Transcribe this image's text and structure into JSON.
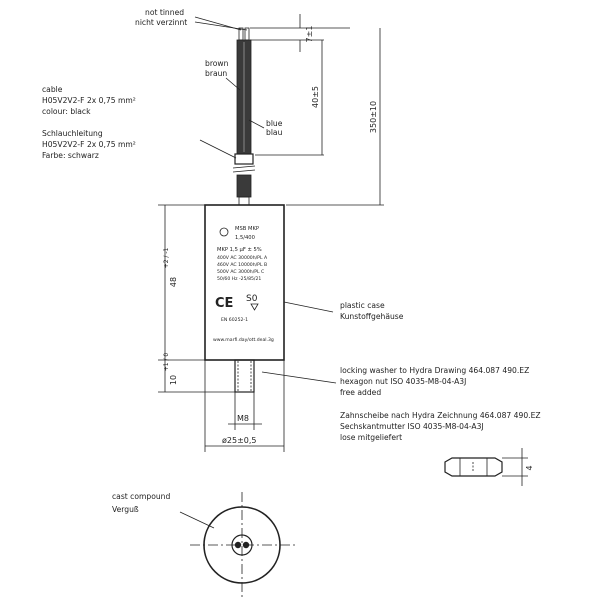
{
  "labels": {
    "not_tinned": "not tinned",
    "nicht_verzinnt": "nicht verzinnt",
    "brown": "brown",
    "braun": "braun",
    "blue": "blue",
    "blau": "blau",
    "cable": "cable",
    "cable_spec": "H05V2V2-F 2x 0,75 mm²",
    "colour": "colour: black",
    "schlauch": "Schlauchleitung",
    "schlauch_spec": "H05V2V2-F 2x 0,75 mm²",
    "farbe": "Farbe: schwarz",
    "plastic_case": "plastic case",
    "kunststoff": "Kunstoffgehäuse",
    "washer_1": "locking washer to Hydra Drawing 464.087 490.EZ",
    "washer_2": "hexagon nut ISO 4035-M8-04-A3J",
    "washer_3": "free added",
    "washer_de_1": "Zahnscheibe nach Hydra Zeichnung 464.087 490.EZ",
    "washer_de_2": "Sechskantmutter ISO 4035-M8-04-A3J",
    "washer_de_3": "lose mitgeliefert",
    "cast_compound": "cast compound",
    "verguss": "Verguß"
  },
  "dimensions": {
    "d7": "7±1",
    "d40": "40±5",
    "d350": "350±10",
    "d48": "48",
    "d48_tol": "+2 / -1",
    "d10": "10",
    "d10_tol": "+1 / 0",
    "m8": "M8",
    "dia25": "ø25±0,5",
    "nut_h": "4"
  },
  "capacitor_print": {
    "line1": "MSB MKP",
    "line2": "1,5/400",
    "line3": "MKP 1,5 µF ± 5%",
    "line4": "400V AC 30000h/PL A",
    "line5": "460V AC 10000h/PL B",
    "line6": "500V AC 3000h/PL C",
    "line7": "50/60 Hz  -25/85/21",
    "line8": "EN 60252-1",
    "line9": "www.marfi.day/ott.deal.3g"
  }
}
